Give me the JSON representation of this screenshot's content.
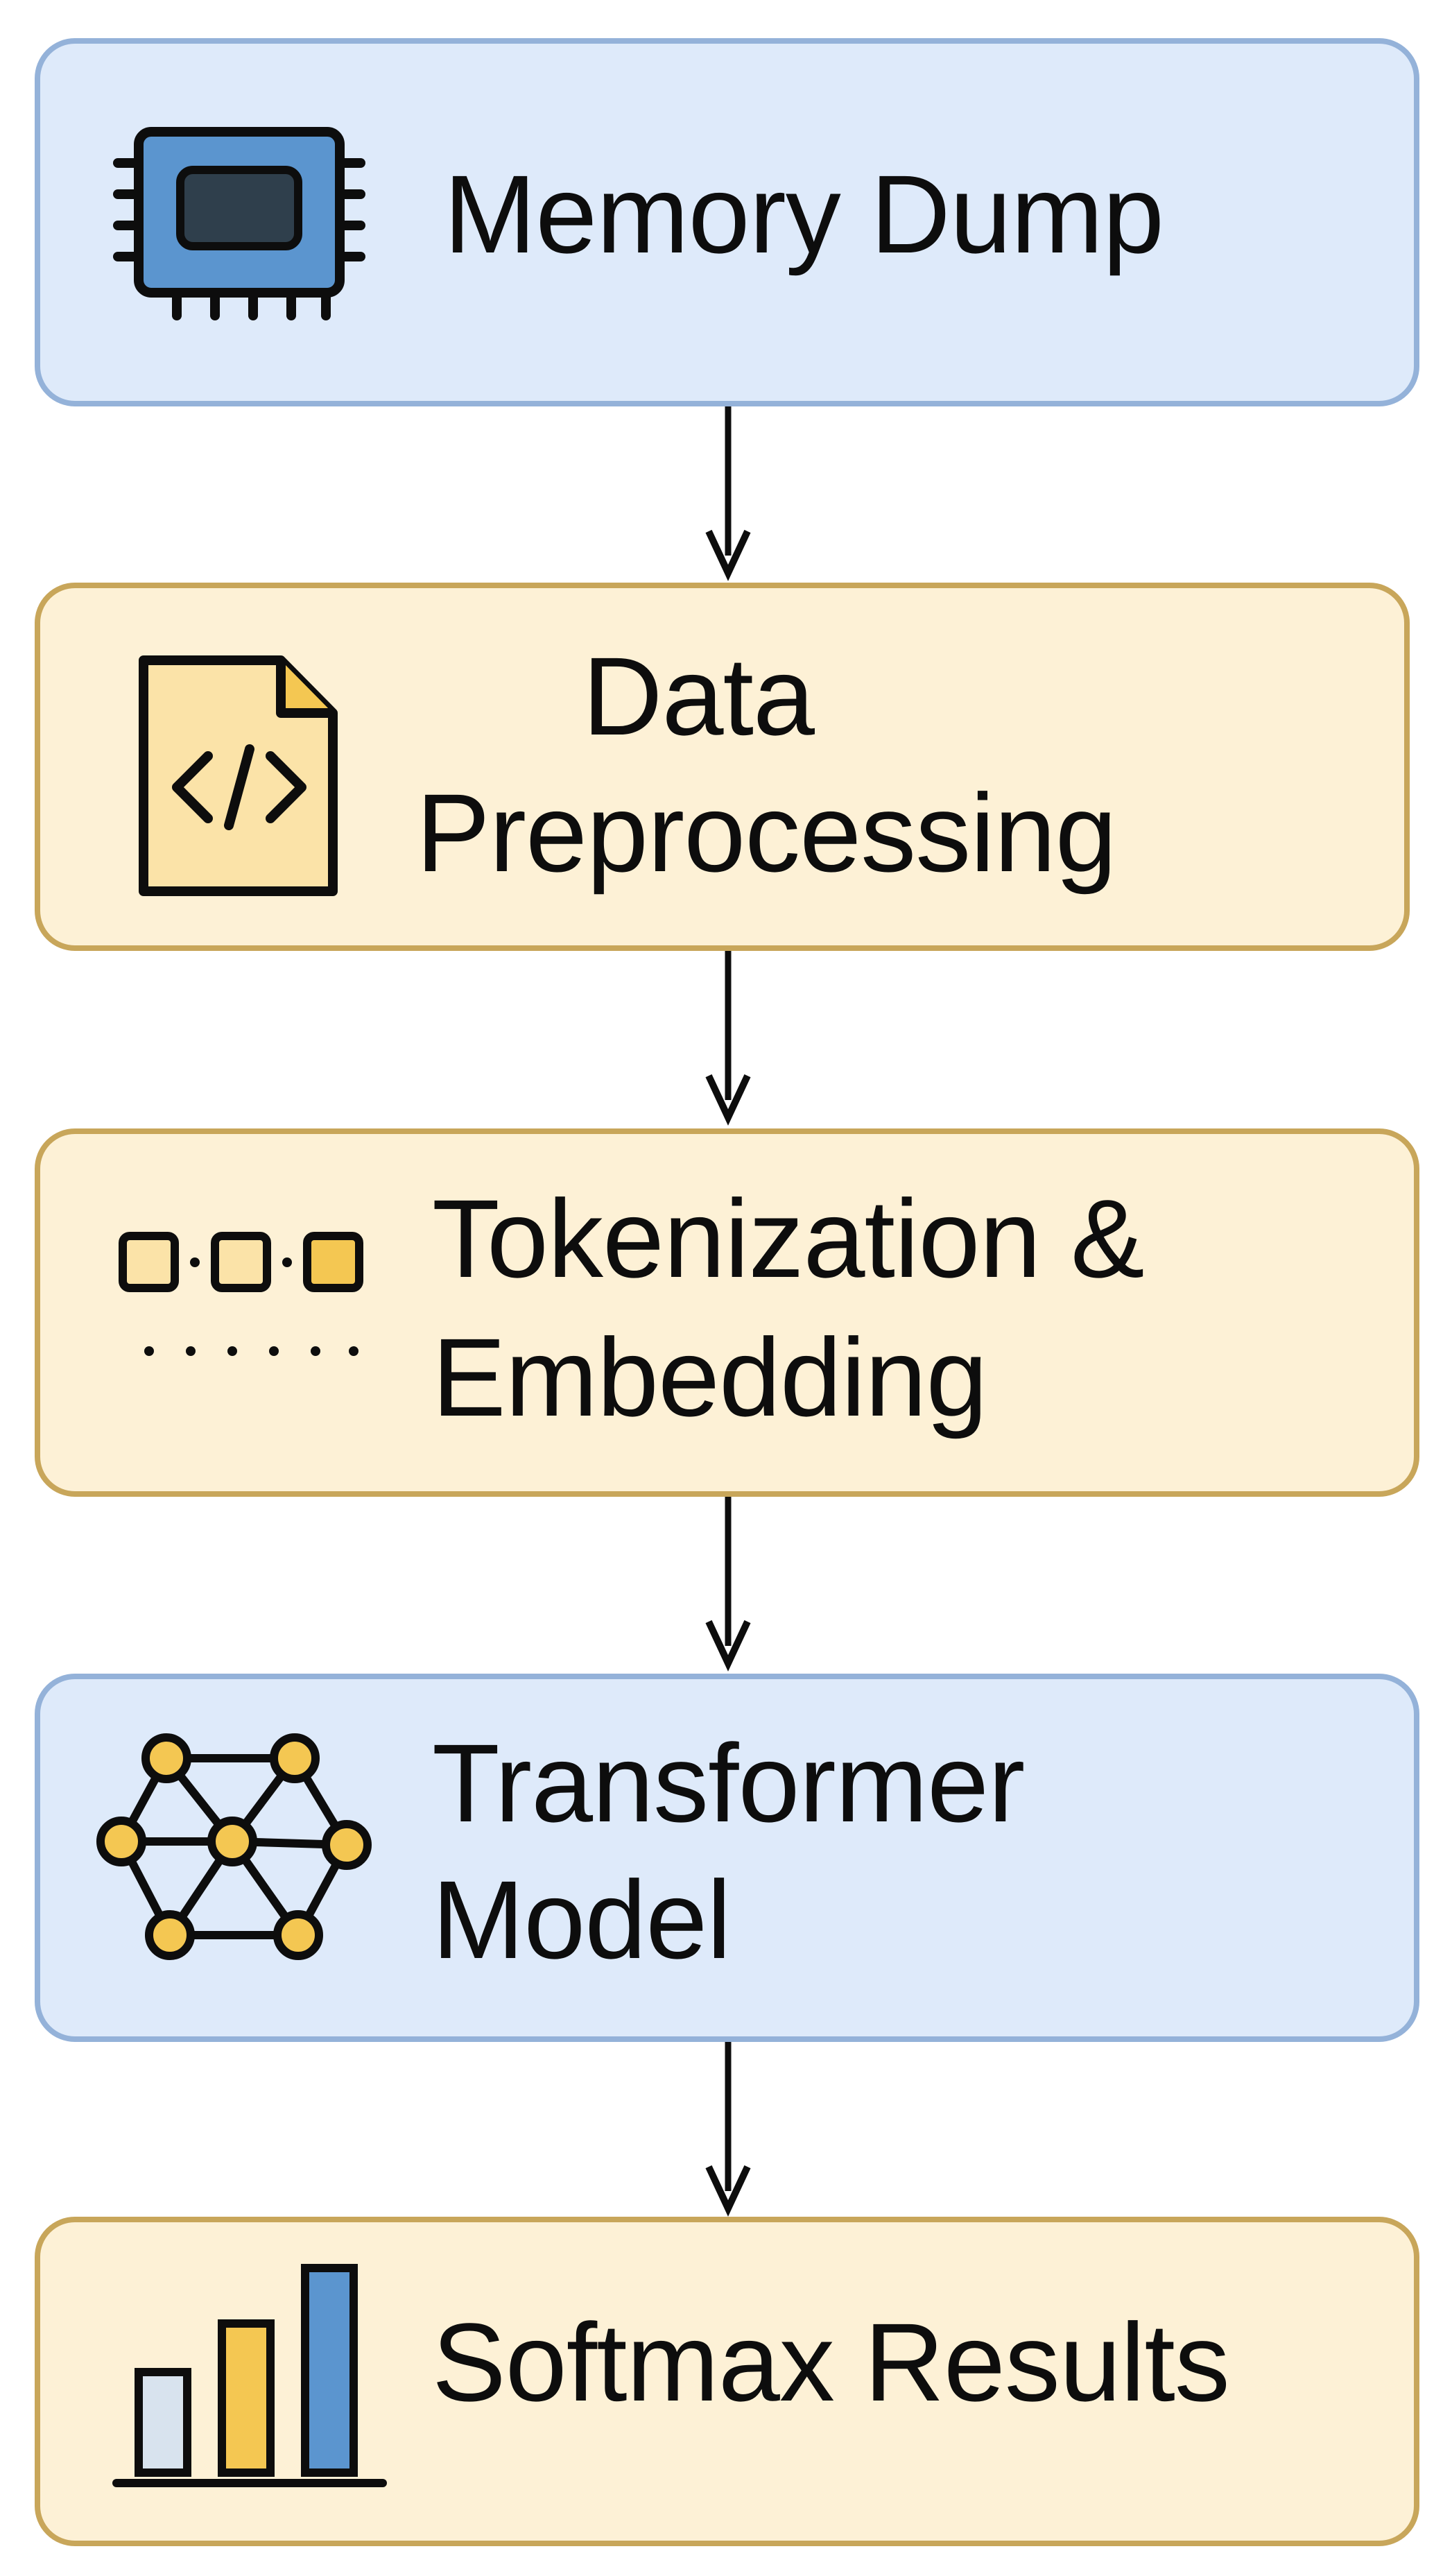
{
  "diagram": {
    "steps": [
      {
        "id": "memory",
        "icon": "memory-chip-icon",
        "lines": [
          "Memory Dump"
        ]
      },
      {
        "id": "preprocessing",
        "icon": "code-file-icon",
        "lines": [
          "Data",
          "Preprocessing"
        ]
      },
      {
        "id": "tokenization",
        "icon": "token-sequence-icon",
        "lines": [
          "Tokenization &",
          "Embedding"
        ]
      },
      {
        "id": "transformer",
        "icon": "neural-network-icon",
        "lines": [
          "Transformer",
          "Model"
        ]
      },
      {
        "id": "softmax",
        "icon": "bar-chart-icon",
        "lines": [
          "Softmax Results"
        ]
      }
    ],
    "colors": {
      "blue_fill": "#deeafa",
      "blue_border": "#94b2d9",
      "cream_fill": "#fdf1d6",
      "cream_border": "#c8a65a",
      "chip_blue": "#5b95cf",
      "chip_screen": "#2f3f4c",
      "gold": "#f4c752",
      "bar_light": "#d8e3ee",
      "bar_blue": "#5b95cf",
      "ink": "#0d0d0d"
    }
  }
}
